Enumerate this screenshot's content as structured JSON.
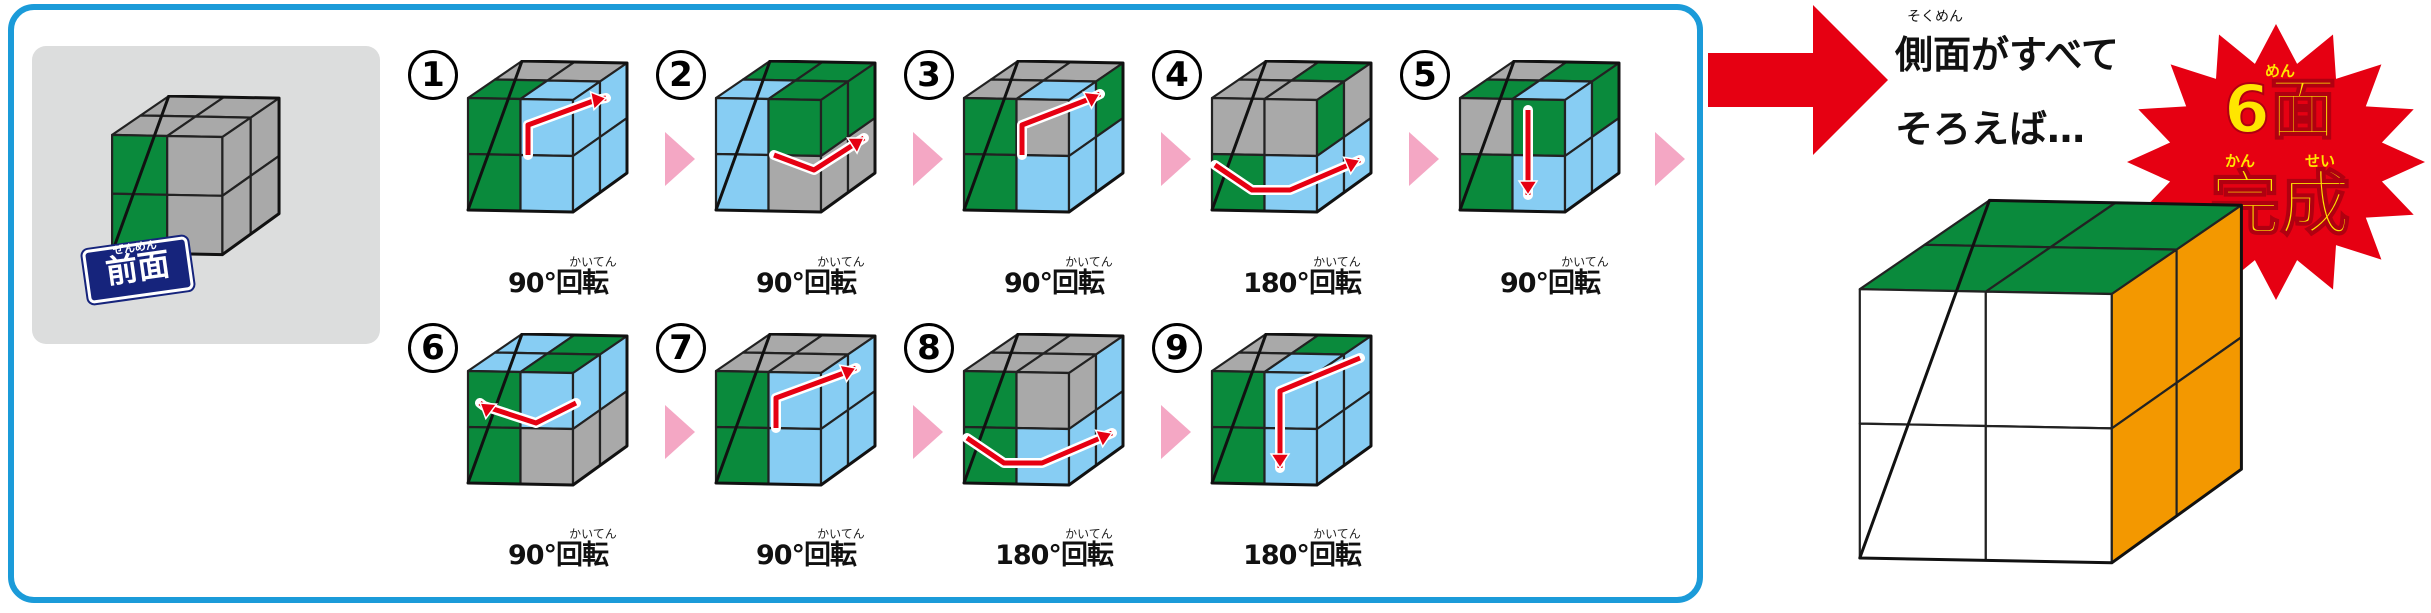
{
  "front_label": {
    "ruby": "ぜんめん",
    "text": "前面"
  },
  "steps": [
    {
      "num": "1",
      "angle": "90°",
      "ruby": "かいてん",
      "word": "回転"
    },
    {
      "num": "2",
      "angle": "90°",
      "ruby": "かいてん",
      "word": "回転"
    },
    {
      "num": "3",
      "angle": "90°",
      "ruby": "かいてん",
      "word": "回転"
    },
    {
      "num": "4",
      "angle": "180°",
      "ruby": "かいてん",
      "word": "回転"
    },
    {
      "num": "5",
      "angle": "90°",
      "ruby": "かいてん",
      "word": "回転"
    },
    {
      "num": "6",
      "angle": "90°",
      "ruby": "かいてん",
      "word": "回転"
    },
    {
      "num": "7",
      "angle": "90°",
      "ruby": "かいてん",
      "word": "回転"
    },
    {
      "num": "8",
      "angle": "180°",
      "ruby": "かいてん",
      "word": "回転"
    },
    {
      "num": "9",
      "angle": "180°",
      "ruby": "かいてん",
      "word": "回転"
    }
  ],
  "result": {
    "line1_ruby": "そくめん",
    "line1": "側面がすべて",
    "line2": "そろえば…",
    "burst_ruby1": "めん",
    "burst_line1": "6面",
    "burst_ruby2a": "かん",
    "burst_ruby2b": "せい",
    "burst_line2": "完成"
  },
  "colors": {
    "green": "#0a8a3c",
    "gray": "#a9a9a9",
    "blue": "#87cdf3",
    "white": "#ffffff",
    "orange": "#f39800",
    "red": "#e60012",
    "pink": "#f4a7c4",
    "frame": "#1b9bd9",
    "navy": "#16247c",
    "burst_red": "#e60012",
    "burst_text": "#ffe600"
  }
}
